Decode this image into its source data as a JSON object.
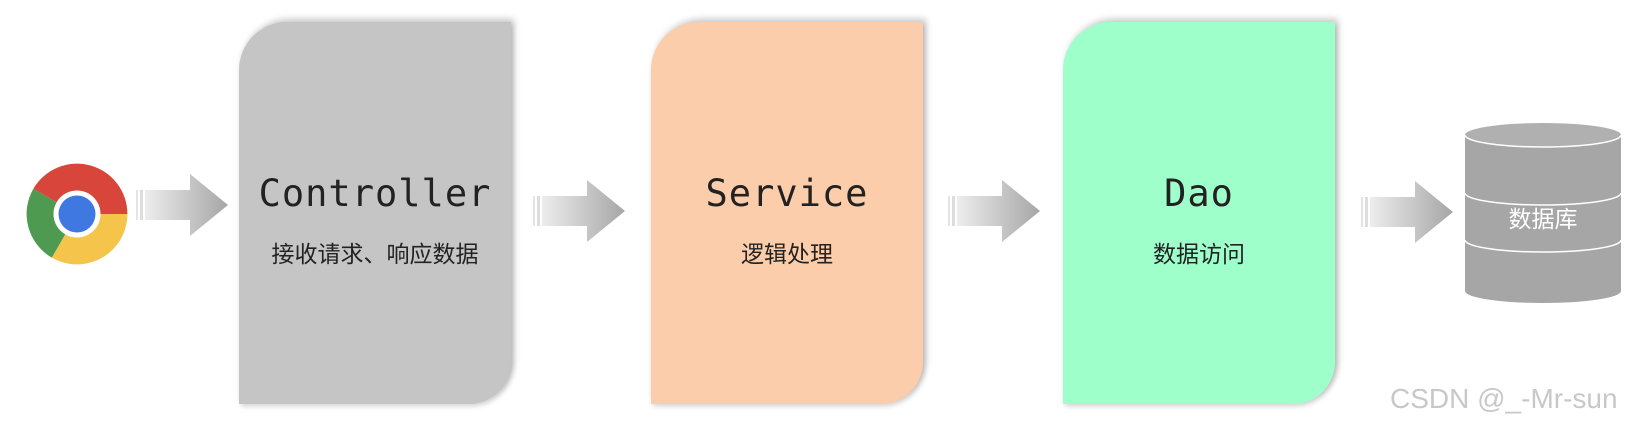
{
  "colors": {
    "controller": "#c5c5c5",
    "service": "#fbcdaa",
    "dao": "#9fffcb",
    "database": "#a6a6a6",
    "arrow": "#a8a8a8"
  },
  "icons": {
    "client": "chrome-browser-icon",
    "database": "database-cylinder-icon",
    "flow": "right-arrow-icon"
  },
  "layers": [
    {
      "title": "Controller",
      "subtitle": "接收请求、响应数据"
    },
    {
      "title": "Service",
      "subtitle": "逻辑处理"
    },
    {
      "title": "Dao",
      "subtitle": "数据访问"
    }
  ],
  "database": {
    "label": "数据库"
  },
  "watermark": "CSDN @_-Mr-sun"
}
